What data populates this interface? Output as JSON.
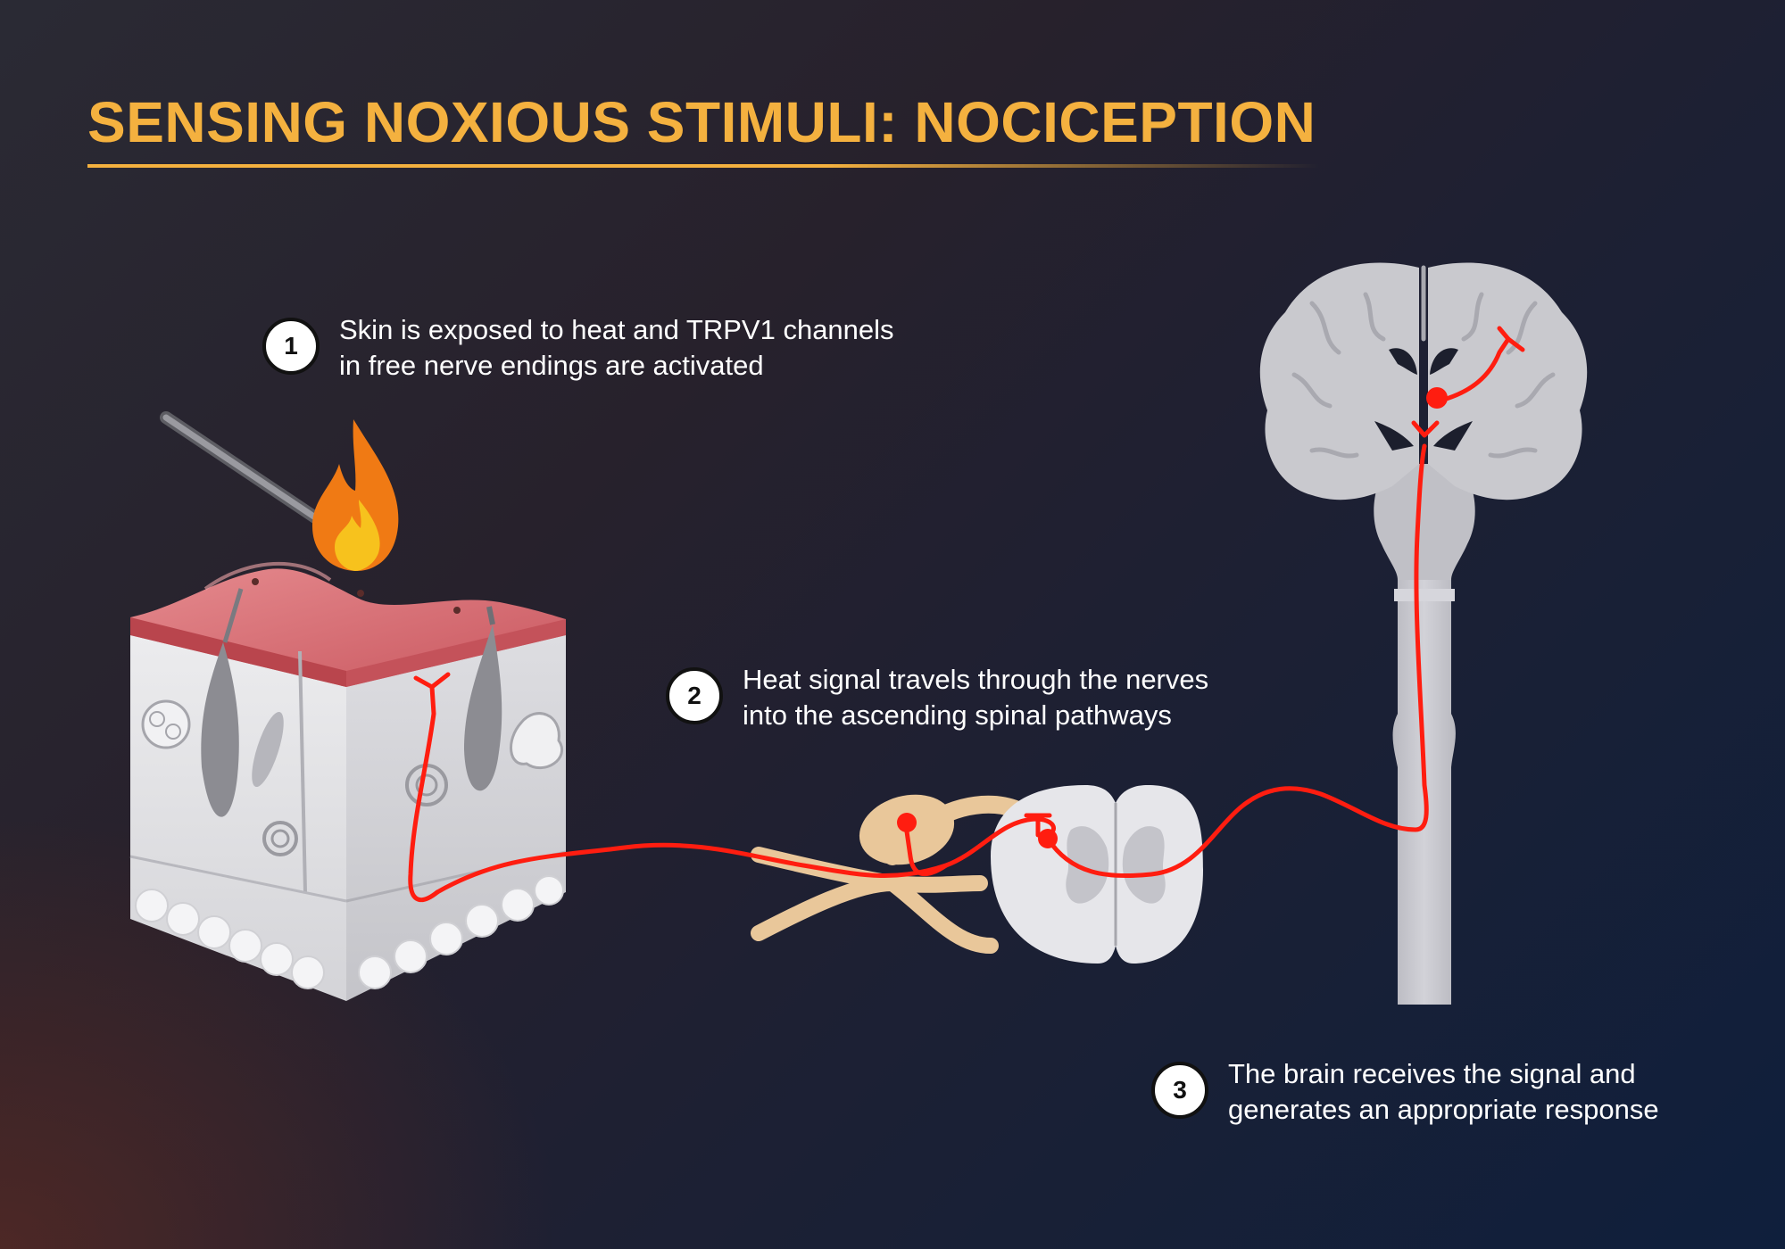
{
  "title": "SENSING NOXIOUS STIMULI: NOCICEPTION",
  "steps": [
    {
      "number": "1",
      "lines": [
        "Skin is exposed to heat and TRPV1 channels",
        "in free nerve endings are activated"
      ]
    },
    {
      "number": "2",
      "lines": [
        "Heat signal travels through the nerves",
        "into the ascending spinal pathways"
      ]
    },
    {
      "number": "3",
      "lines": [
        "The brain receives the signal and",
        "generates an appropriate response"
      ]
    }
  ],
  "colors": {
    "title": "#f4b13f",
    "nerve_signal": "#ff1d10",
    "tissue_gray": "#c9c9ce",
    "skin_pink": "#d9747a",
    "ganglion": "#e9c79a",
    "flame_orange": "#f07a14",
    "flame_yellow": "#f7c21d"
  },
  "icons": [
    "flame-icon",
    "probe-icon",
    "skin-block-icon",
    "spinal-cord-icon",
    "dorsal-root-ganglion-icon",
    "brain-icon"
  ]
}
